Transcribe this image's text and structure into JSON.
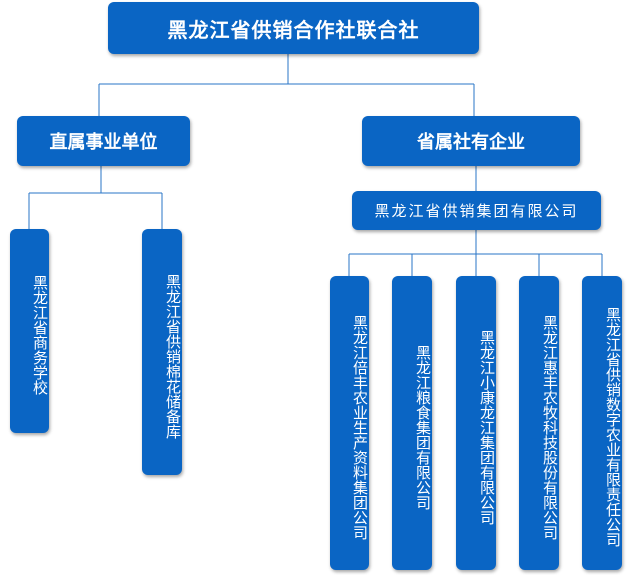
{
  "root": {
    "label": "黑龙江省供销合作社联合社"
  },
  "branches": {
    "left": {
      "label": "直属事业单位",
      "children": [
        "黑龙江省商务学校",
        "黑龙江省供销棉花储备库"
      ]
    },
    "right": {
      "label": "省属社有企业",
      "group": {
        "label": "黑龙江省供销集团有限公司",
        "children": [
          "黑龙江倍丰农业生产资料集团公司",
          "黑龙江粮食集团有限公司",
          "黑龙江小康龙江集团有限公司",
          "黑龙江惠丰农牧科技股份有限公司",
          "黑龙江省供销数字农业有限责任公司"
        ]
      }
    }
  },
  "colors": {
    "box": "#0a65c4",
    "connector": "#2a75c7",
    "text": "#ffffff"
  }
}
